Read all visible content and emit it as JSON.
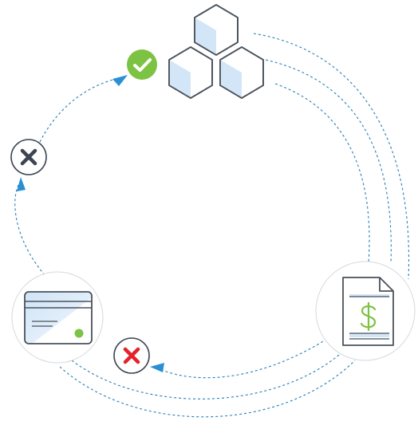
{
  "diagram": {
    "nodes": [
      {
        "id": "blocks",
        "icon": "hexagon-blocks-icon"
      },
      {
        "id": "success",
        "icon": "checkmark-circle-icon",
        "color": "#7cc243"
      },
      {
        "id": "fail-dark",
        "icon": "x-circle-icon",
        "color": "#3d4650"
      },
      {
        "id": "card",
        "icon": "credit-card-icon",
        "accent": "#7cc243"
      },
      {
        "id": "fail-red",
        "icon": "x-circle-icon",
        "color": "#e3222a"
      },
      {
        "id": "invoice",
        "icon": "invoice-dollar-icon",
        "accent": "#7cc243"
      }
    ],
    "colors": {
      "connector": "#2a7fb8",
      "arrow": "#2a8fd4",
      "outline": "#4a525b",
      "fill": "#d3e6f7",
      "node_border": "#d6d9dc"
    }
  }
}
